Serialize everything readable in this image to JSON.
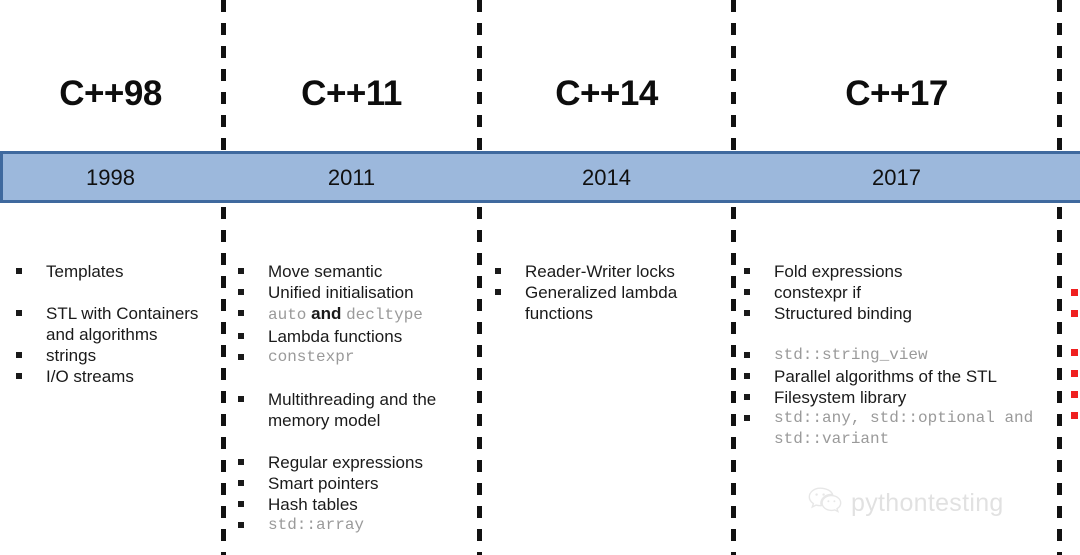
{
  "diagram": {
    "title": "C++ standards timeline",
    "colors": {
      "bar_fill": "#9cb8dc",
      "bar_border": "#3f699e",
      "divider": "#111111",
      "text": "#1a1a1a",
      "code_text": "#9a9a9a",
      "next_era_bullet": "#ef2020"
    }
  },
  "eras": [
    {
      "id": "cpp98",
      "title": "C++98",
      "year": "1998",
      "features": [
        {
          "text": "Templates",
          "style": "plain"
        },
        {
          "text": "STL with Containers and algorithms",
          "style": "plain"
        },
        {
          "text": "strings",
          "style": "plain"
        },
        {
          "text": "I/O streams",
          "style": "plain"
        }
      ]
    },
    {
      "id": "cpp11",
      "title": "C++11",
      "year": "2011",
      "features": [
        {
          "text": "Move semantic",
          "style": "plain"
        },
        {
          "text": "Unified initialisation",
          "style": "plain"
        },
        {
          "text": "auto and decltype",
          "style": "mixed",
          "parts": [
            {
              "text": "auto",
              "style": "code"
            },
            {
              "text": " and ",
              "style": "plain"
            },
            {
              "text": "decltype",
              "style": "code"
            }
          ]
        },
        {
          "text": "Lambda functions",
          "style": "plain"
        },
        {
          "text": "constexpr",
          "style": "code"
        },
        {
          "text": "",
          "style": "spacer"
        },
        {
          "text": "Multithreading and the memory model",
          "style": "plain"
        },
        {
          "text": "",
          "style": "spacer"
        },
        {
          "text": "Regular expressions",
          "style": "plain"
        },
        {
          "text": "Smart pointers",
          "style": "plain"
        },
        {
          "text": "Hash tables",
          "style": "plain"
        },
        {
          "text": "std::array",
          "style": "code"
        }
      ]
    },
    {
      "id": "cpp14",
      "title": "C++14",
      "year": "2014",
      "features": [
        {
          "text": "Reader-Writer locks",
          "style": "plain"
        },
        {
          "text": "Generalized lambda functions",
          "style": "plain"
        }
      ]
    },
    {
      "id": "cpp17",
      "title": "C++17",
      "year": "2017",
      "features": [
        {
          "text": "Fold expressions",
          "style": "plain"
        },
        {
          "text": "constexpr if",
          "style": "plain"
        },
        {
          "text": "Structured binding",
          "style": "plain"
        },
        {
          "text": "",
          "style": "spacer"
        },
        {
          "text": "std::string_view",
          "style": "code"
        },
        {
          "text": "Parallel algorithms of the STL",
          "style": "plain"
        },
        {
          "text": "Filesystem library",
          "style": "plain"
        },
        {
          "text": "std::any, std::optional and std::variant",
          "style": "code"
        }
      ]
    }
  ],
  "watermark": {
    "label": "pythontesting",
    "icon": "wechat-icon"
  }
}
